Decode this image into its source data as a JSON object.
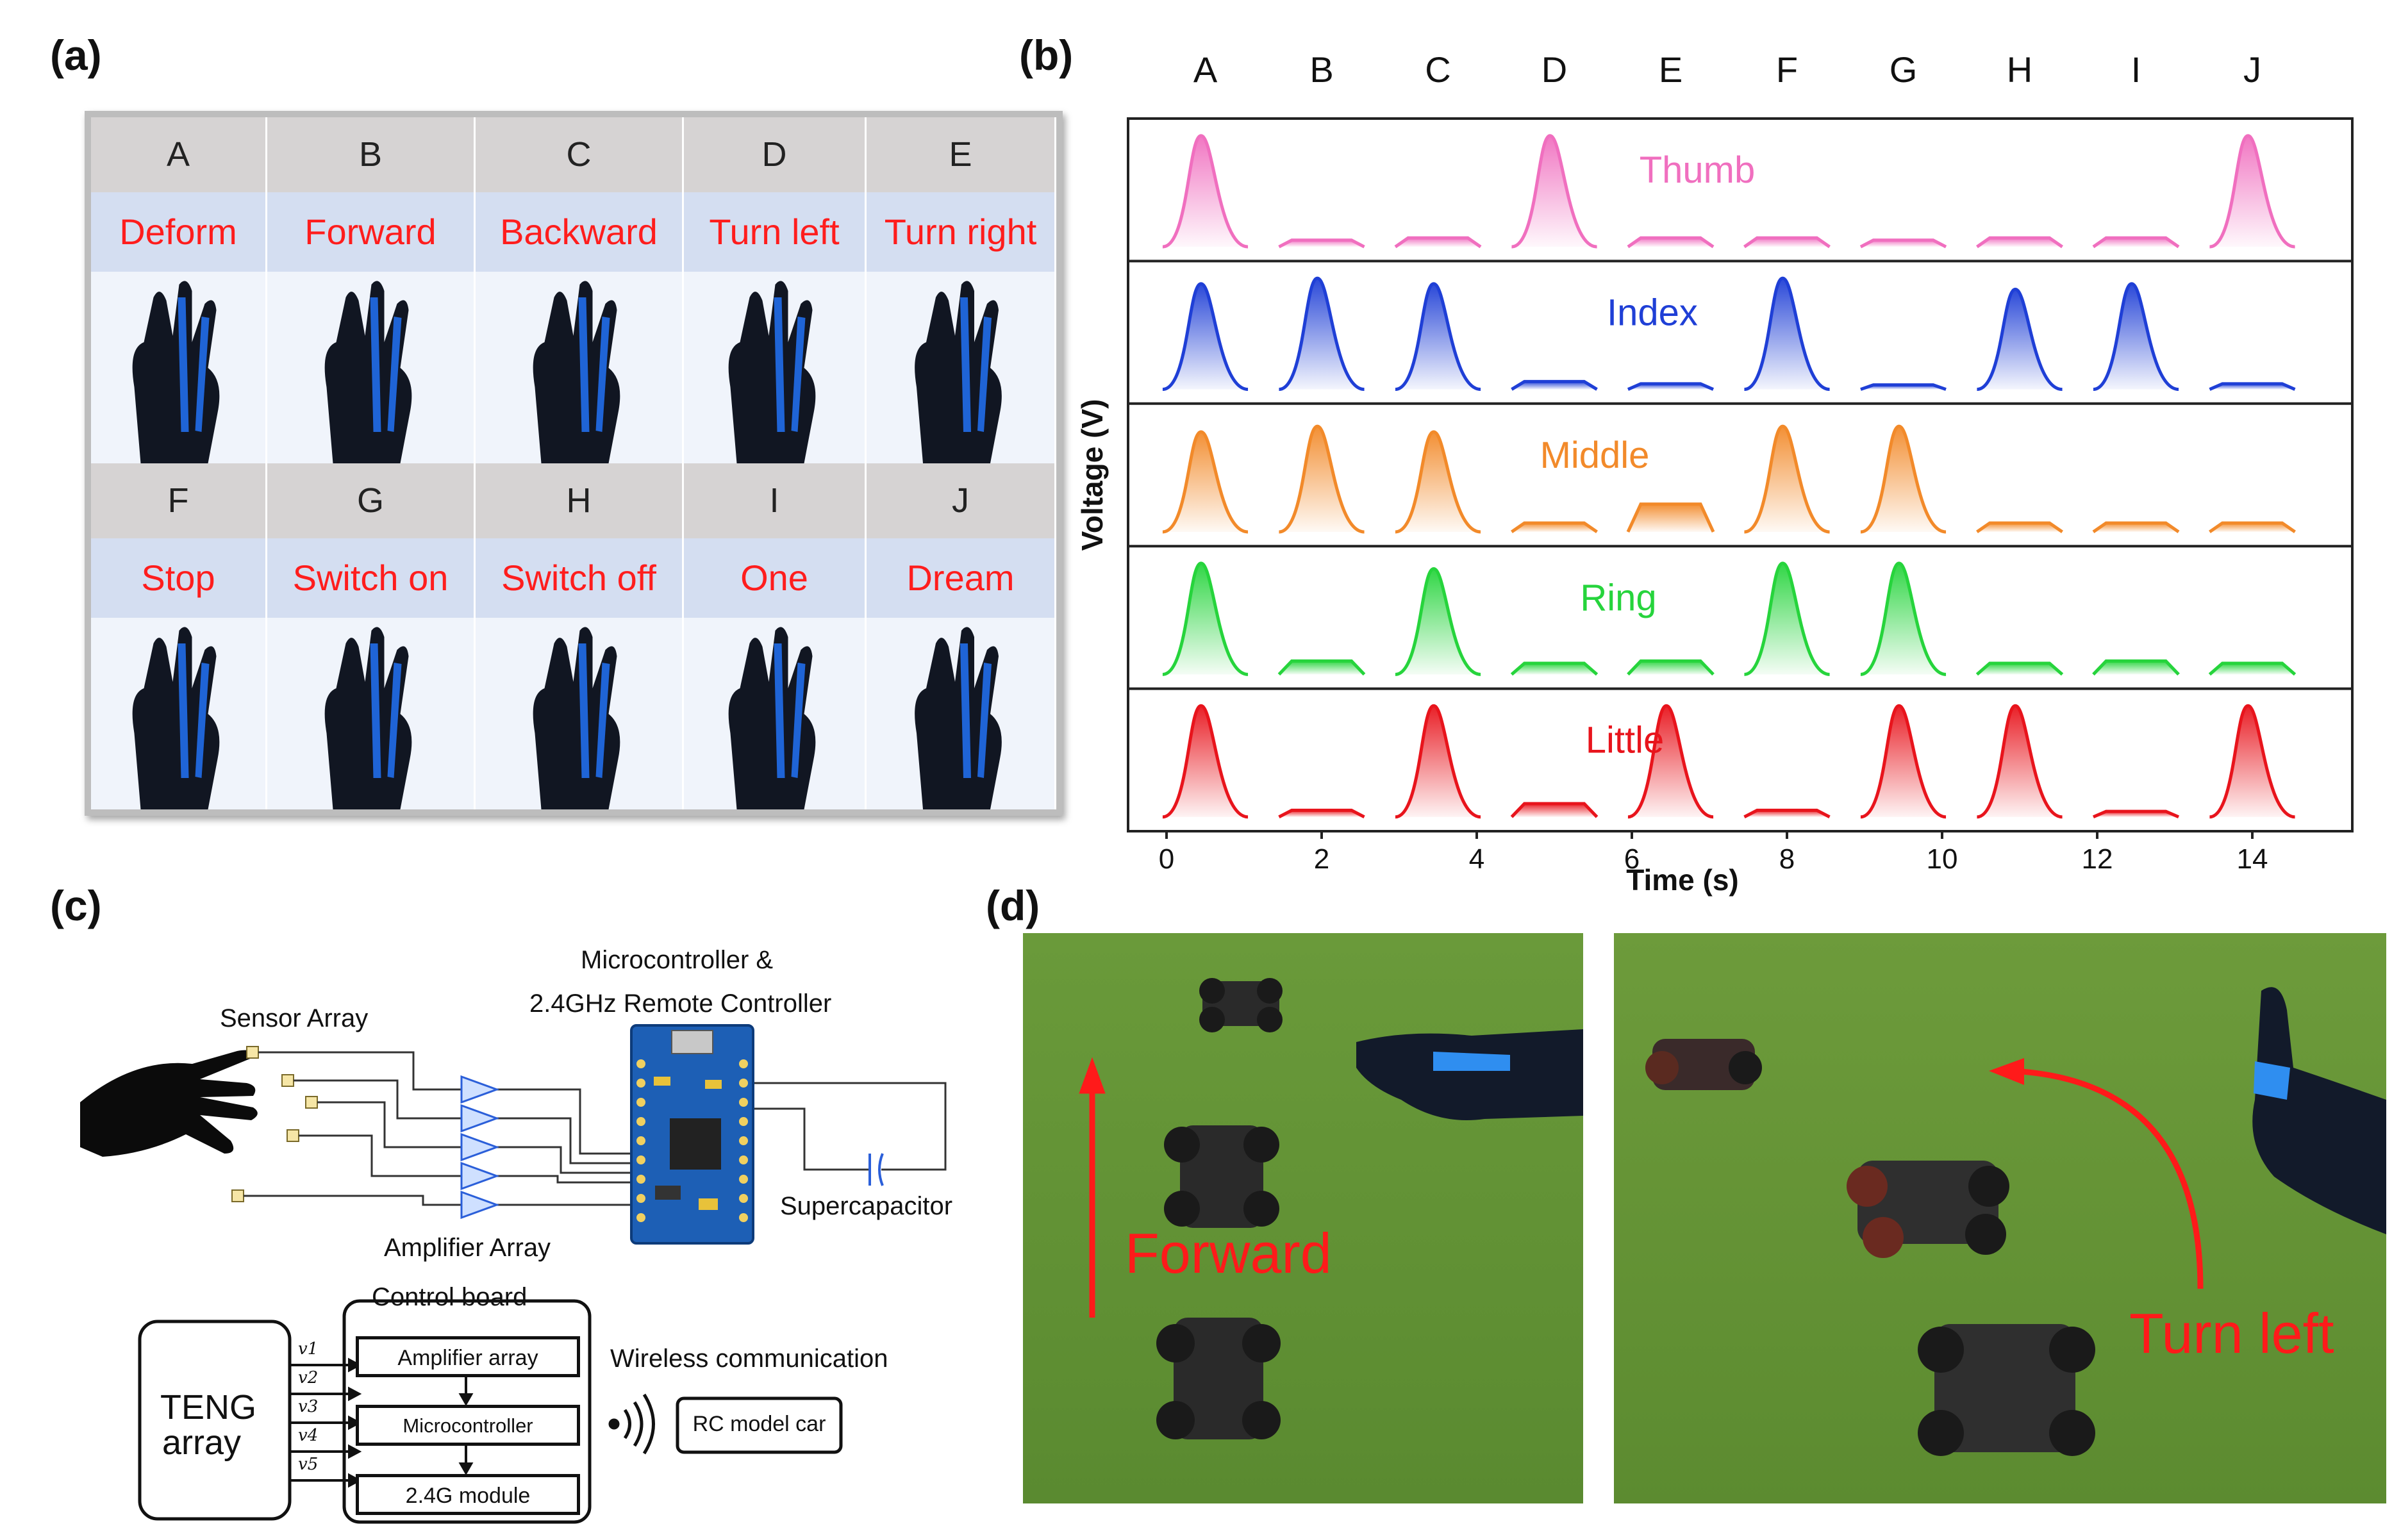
{
  "panel_labels": {
    "a": "(a)",
    "b": "(b)",
    "c": "(c)",
    "d": "(d)"
  },
  "panel_a": {
    "row1": [
      {
        "letter": "A",
        "label": "Deform"
      },
      {
        "letter": "B",
        "label": "Forward"
      },
      {
        "letter": "C",
        "label": "Backward"
      },
      {
        "letter": "D",
        "label": "Turn left"
      },
      {
        "letter": "E",
        "label": "Turn right"
      }
    ],
    "row2": [
      {
        "letter": "F",
        "label": "Stop"
      },
      {
        "letter": "G",
        "label": "Switch on"
      },
      {
        "letter": "H",
        "label": "Switch off"
      },
      {
        "letter": "I",
        "label": "One"
      },
      {
        "letter": "J",
        "label": "Dream"
      }
    ],
    "colors": {
      "label": "#ff1d1d",
      "glove": "#111622",
      "glove_stripe": "#1f64d6"
    }
  },
  "chart_data": {
    "type": "line",
    "xlabel": "Time (s)",
    "ylabel": "Voltage (V)",
    "xlim": [
      0,
      15
    ],
    "xticks": [
      0,
      2,
      4,
      6,
      8,
      10,
      12,
      14
    ],
    "gestures": [
      "A",
      "B",
      "C",
      "D",
      "E",
      "F",
      "G",
      "H",
      "I",
      "J"
    ],
    "gesture_centers": [
      0.5,
      2.0,
      3.5,
      5.0,
      6.5,
      8.0,
      9.5,
      11.0,
      12.5,
      14.0
    ],
    "series": [
      {
        "name": "Thumb",
        "color": "#f06fbf",
        "relative_amplitude": [
          1.0,
          0.06,
          0.08,
          1.0,
          0.08,
          0.08,
          0.06,
          0.08,
          0.08,
          1.0
        ]
      },
      {
        "name": "Index",
        "color": "#1f3fd6",
        "relative_amplitude": [
          0.95,
          1.0,
          0.95,
          0.07,
          0.05,
          1.0,
          0.04,
          0.9,
          0.95,
          0.05
        ]
      },
      {
        "name": "Middle",
        "color": "#f28a2a",
        "relative_amplitude": [
          0.9,
          0.95,
          0.9,
          0.08,
          0.25,
          0.95,
          0.95,
          0.08,
          0.08,
          0.08
        ]
      },
      {
        "name": "Ring",
        "color": "#26d43c",
        "relative_amplitude": [
          1.0,
          0.12,
          0.95,
          0.1,
          0.12,
          1.0,
          1.0,
          0.1,
          0.12,
          0.1
        ]
      },
      {
        "name": "Little",
        "color": "#e8141c",
        "relative_amplitude": [
          1.0,
          0.06,
          1.0,
          0.12,
          1.0,
          0.06,
          1.0,
          1.0,
          0.05,
          1.0
        ]
      }
    ]
  },
  "panel_c": {
    "sensor_array": "Sensor Array",
    "microcontroller_line1": "Microcontroller &",
    "microcontroller_line2": "2.4GHz Remote Controller",
    "amplifier_array_label": "Amplifier Array",
    "supercapacitor": "Supercapacitor",
    "control_board": "Control board",
    "teng_line1": "TENG",
    "teng_line2": "array",
    "signals": [
      "v1",
      "v2",
      "v3",
      "v4",
      "v5"
    ],
    "block_amplifier": "Amplifier array",
    "block_micro": "Microcontroller",
    "block_module": "2.4G module",
    "wireless": "Wireless communication",
    "rc_car": "RC model car"
  },
  "panel_d": {
    "left_caption": "Forward",
    "right_caption": "Turn left",
    "caption_color": "#ff1a1a"
  }
}
